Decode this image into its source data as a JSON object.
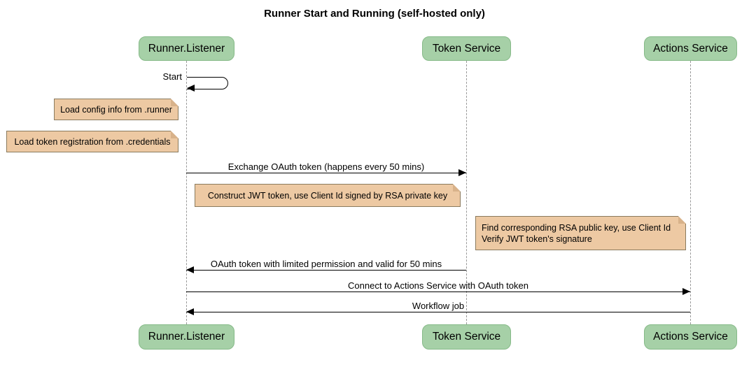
{
  "title": "Runner Start and Running (self-hosted only)",
  "participants": [
    {
      "id": "runner-listener",
      "label": "Runner.Listener"
    },
    {
      "id": "token-service",
      "label": "Token Service"
    },
    {
      "id": "actions-service",
      "label": "Actions Service"
    }
  ],
  "messages": [
    {
      "label": "Start",
      "from": "runner-listener",
      "to": "runner-listener",
      "type": "self"
    },
    {
      "label": "Exchange OAuth token (happens every 50 mins)",
      "from": "runner-listener",
      "to": "token-service",
      "type": "solid-arrow"
    },
    {
      "label": "OAuth token with limited permission and valid for 50 mins",
      "from": "token-service",
      "to": "runner-listener",
      "type": "solid-arrow"
    },
    {
      "label": "Connect to Actions Service with OAuth token",
      "from": "runner-listener",
      "to": "actions-service",
      "type": "solid-arrow"
    },
    {
      "label": "Workflow job",
      "from": "actions-service",
      "to": "runner-listener",
      "type": "solid-arrow"
    }
  ],
  "notes": [
    {
      "position": "left of runner-listener",
      "lines": [
        "Load config info from .runner"
      ]
    },
    {
      "position": "left of runner-listener",
      "lines": [
        "Load token registration from .credentials"
      ]
    },
    {
      "position": "left of token-service",
      "lines": [
        "Construct JWT token, use Client Id signed by RSA private key"
      ]
    },
    {
      "position": "left of actions-service",
      "lines": [
        "Find corresponding RSA public key, use Client Id",
        "Verify JWT token's signature"
      ]
    }
  ],
  "colors": {
    "background": "#ffffff",
    "participant_fill": "#a6d0a7",
    "participant_border": "#86ba88",
    "note_fill": "#edc9a3",
    "note_border": "#8a7a5d",
    "lifeline": "#999999",
    "arrow": "#000000",
    "text": "#000000"
  }
}
